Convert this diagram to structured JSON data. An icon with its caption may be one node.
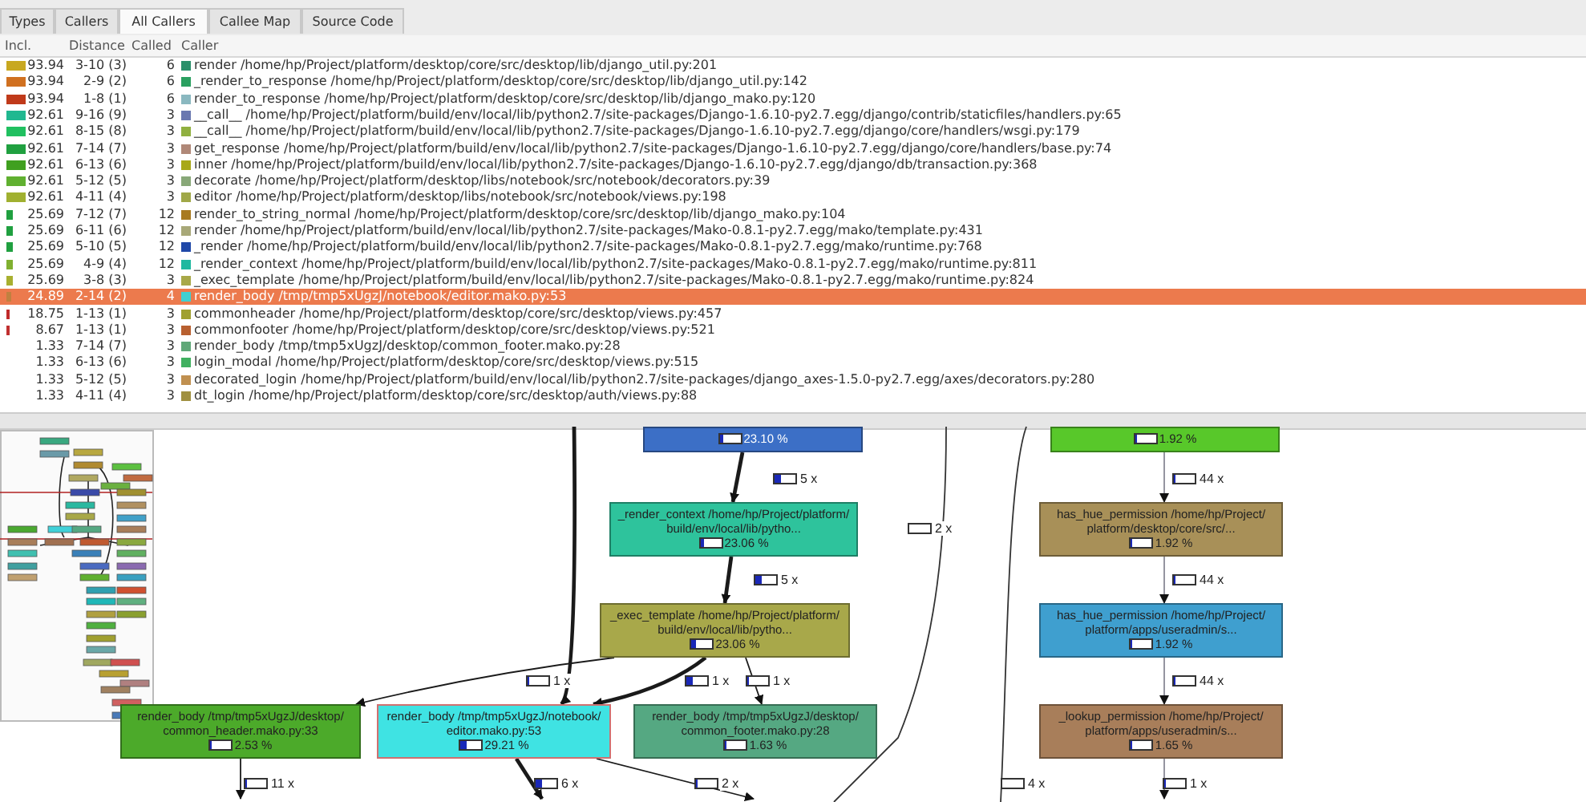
{
  "diagram": {
    "nodes": [
      {
        "text": [
          "23.10 %"
        ]
      },
      {
        "text": [
          "1.92 %"
        ]
      },
      {
        "text": [
          "_render_context /home/hp/Project/platform/build/env/local/lib/pytho...",
          "23.06 %"
        ]
      },
      {
        "text": [
          "has_hue_permission /home/hp/Project/platform/desktop/core/src/...",
          "1.92 %"
        ]
      },
      {
        "text": [
          "_exec_template /home/hp/Project/platform/build/env/local/lib/pytho...",
          "23.06 %"
        ]
      },
      {
        "text": [
          "has_hue_permission /home/hp/Project/platform/apps/useradmin/s...",
          "1.92 %"
        ]
      },
      {
        "text": [
          "_lookup_permission /home/hp/Project/platform/apps/useradmin/s...",
          "1.65 %"
        ]
      },
      {
        "text": [
          "render_body /tmp/tmp5xUgzJ/desktop/common_header.mako.py:33",
          "2.53 %"
        ]
      },
      {
        "text": [
          "render_body /tmp/tmp5xUgzJ/notebook/editor.mako.py:53",
          "29.21 %"
        ]
      },
      {
        "text": [
          "render_body /tmp/tmp5xUgzJ/desktop/common_footer.mako.py:28",
          "1.63 %"
        ]
      }
    ],
    "edges": [
      {
        "from": 0,
        "to": 2,
        "arrow": "to",
        "label": "5 x",
        "style": "thick"
      },
      {
        "from": 2,
        "to": 4,
        "arrow": "to",
        "label": "5 x",
        "style": "thick"
      },
      {
        "from": 4,
        "to": 7,
        "arrow": "to",
        "label": "1 x"
      },
      {
        "from": 4,
        "to": 8,
        "arrow": "to",
        "label": "1 x",
        "style": "thick"
      },
      {
        "from": 4,
        "to": 9,
        "arrow": "to",
        "label": "1 x"
      },
      {
        "from": null,
        "to": 8,
        "arrow": "to",
        "style": "thick"
      },
      {
        "from": 7,
        "to": null,
        "arrow": "to",
        "label": "11 x"
      },
      {
        "from": 8,
        "to": null,
        "arrow": "to",
        "label": "6 x",
        "style": "thick"
      },
      {
        "from": 8,
        "to": null,
        "arrow": "to",
        "label": "2 x"
      },
      {
        "from": 1,
        "to": 3,
        "arrow": "to",
        "label": "44 x",
        "color": "#8a8a96"
      },
      {
        "from": 3,
        "to": 5,
        "arrow": "to",
        "label": "44 x",
        "color": "#8a8a96"
      },
      {
        "from": 5,
        "to": 6,
        "arrow": "to",
        "label": "44 x",
        "color": "#8a8a96"
      },
      {
        "from": 6,
        "to": null,
        "arrow": "to",
        "label": "1 x",
        "color": "#8a8a96"
      }
    ],
    "labels": [
      "Types",
      "Callers",
      "All Callers",
      "Callee Map",
      "Source Code",
      "Incl.",
      "Distance",
      "Called",
      "Caller",
      "93.94",
      "3-10 (3)",
      "6",
      "render /home/hp/Project/platform/desktop/core/src/desktop/lib/django_util.py:201",
      "93.94",
      "2-9 (2)",
      "6",
      "_render_to_response /home/hp/Project/platform/desktop/core/src/desktop/lib/django_util.py:142",
      "93.94",
      "1-8 (1)",
      "6",
      "render_to_response /home/hp/Project/platform/desktop/core/src/desktop/lib/django_mako.py:120",
      "92.61",
      "9-16 (9)",
      "3",
      "__call__ /home/hp/Project/platform/build/env/local/lib/python2.7/site-packages/Django-1.6.10-py2.7.egg/django/contrib/staticfiles/handlers.py:65",
      "92.61",
      "8-15 (8)",
      "3",
      "__call__ /home/hp/Project/platform/build/env/local/lib/python2.7/site-packages/Django-1.6.10-py2.7.egg/django/core/handlers/wsgi.py:179",
      "92.61",
      "7-14 (7)",
      "3",
      "get_response /home/hp/Project/platform/build/env/local/lib/python2.7/site-packages/Django-1.6.10-py2.7.egg/django/core/handlers/base.py:74",
      "92.61",
      "6-13 (6)",
      "3",
      "inner /home/hp/Project/platform/build/env/local/lib/python2.7/site-packages/Django-1.6.10-py2.7.egg/django/db/transaction.py:368",
      "92.61",
      "5-12 (5)",
      "3",
      "decorate /home/hp/Project/platform/desktop/libs/notebook/src/notebook/decorators.py:39",
      "92.61",
      "4-11 (4)",
      "3",
      "editor /home/hp/Project/platform/desktop/libs/notebook/src/notebook/views.py:198",
      "25.69",
      "7-12 (7)",
      "12",
      "render_to_string_normal /home/hp/Project/platform/desktop/core/src/desktop/lib/django_mako.py:104",
      "25.69",
      "6-11 (6)",
      "12",
      "render /home/hp/Project/platform/build/env/local/lib/python2.7/site-packages/Mako-0.8.1-py2.7.egg/mako/template.py:431",
      "25.69",
      "5-10 (5)",
      "12",
      "_render /home/hp/Project/platform/build/env/local/lib/python2.7/site-packages/Mako-0.8.1-py2.7.egg/mako/runtime.py:768",
      "25.69",
      "4-9 (4)",
      "12",
      "_render_context /home/hp/Project/platform/build/env/local/lib/python2.7/site-packages/Mako-0.8.1-py2.7.egg/mako/runtime.py:811",
      "25.69",
      "3-8 (3)",
      "3",
      "_exec_template /home/hp/Project/platform/build/env/local/lib/python2.7/site-packages/Mako-0.8.1-py2.7.egg/mako/runtime.py:824",
      "24.89",
      "2-14 (2)",
      "4",
      "render_body /tmp/tmp5xUgzJ/notebook/editor.mako.py:53",
      "18.75",
      "1-13 (1)",
      "3",
      "commonheader /home/hp/Project/platform/desktop/core/src/desktop/views.py:457",
      "8.67",
      "1-13 (1)",
      "3",
      "commonfooter /home/hp/Project/platform/desktop/core/src/desktop/views.py:521",
      "1.33",
      "7-14 (7)",
      "3",
      "render_body /tmp/tmp5xUgzJ/desktop/common_footer.mako.py:28",
      "1.33",
      "6-13 (6)",
      "3",
      "login_modal /home/hp/Project/platform/desktop/core/src/desktop/views.py:515",
      "1.33",
      "5-12 (5)",
      "3",
      "decorated_login /home/hp/Project/platform/build/env/local/lib/python2.7/site-packages/django_axes-1.5.0-py2.7.egg/axes/decorators.py:280",
      "1.33",
      "4-11 (4)",
      "3",
      "dt_login /home/hp/Project/platform/desktop/core/src/desktop/auth/views.py:88",
      "2 x",
      "4 x"
    ]
  }
}
